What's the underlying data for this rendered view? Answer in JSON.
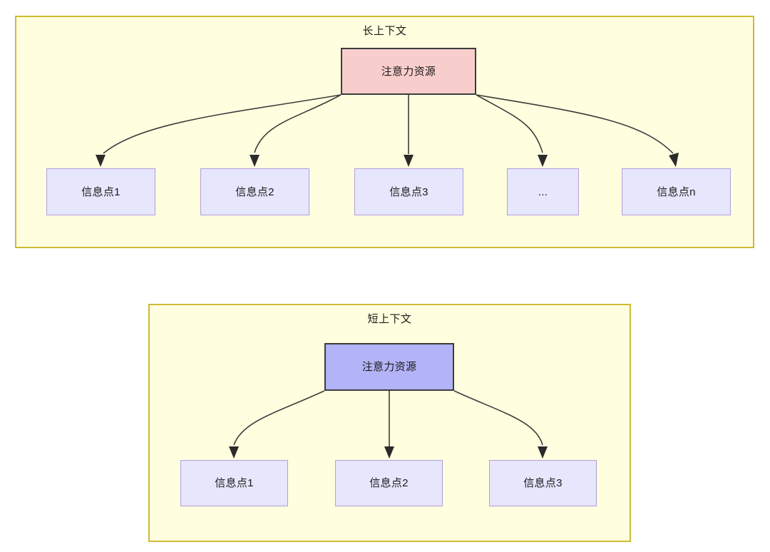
{
  "diagram": {
    "type": "flowchart",
    "panels": [
      {
        "id": "long-context",
        "title": "长上下文",
        "root": {
          "label": "注意力资源",
          "fill": "#f8cecc",
          "stroke": "#3c3c3c"
        },
        "leaves": [
          {
            "label": "信息点1"
          },
          {
            "label": "信息点2"
          },
          {
            "label": "信息点3"
          },
          {
            "label": "..."
          },
          {
            "label": "信息点n"
          }
        ]
      },
      {
        "id": "short-context",
        "title": "短上下文",
        "root": {
          "label": "注意力资源",
          "fill": "#b3b3f7",
          "stroke": "#3c3c3c"
        },
        "leaves": [
          {
            "label": "信息点1"
          },
          {
            "label": "信息点2"
          },
          {
            "label": "信息点3"
          }
        ]
      }
    ],
    "colors": {
      "panel_fill": "#ffffdf",
      "panel_border": "#ccbb33",
      "leaf_fill": "#e6e6fd",
      "leaf_border": "#b39ddb",
      "root_pink": "#f8cecc",
      "root_blue": "#b3b3f7",
      "edge": "#3c3c3c",
      "text": "#1a1a1a"
    }
  }
}
